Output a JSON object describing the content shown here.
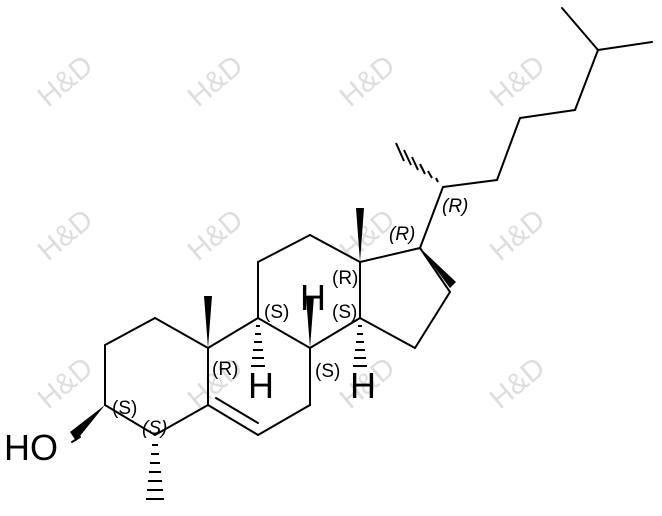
{
  "molecule": {
    "atom_labels": {
      "hydroxyl": "HO",
      "h_c9": "H",
      "h_c8": "H",
      "h_c14": "H"
    },
    "stereo_descriptors": {
      "c3": "(S)",
      "c4": "(S)",
      "c10": "(R)",
      "c9": "(S)",
      "c8": "(S)",
      "c14": "(S)",
      "c13": "(R)",
      "c17": "(R)",
      "c20": "(R)"
    }
  },
  "watermark": {
    "text": "H&D"
  }
}
